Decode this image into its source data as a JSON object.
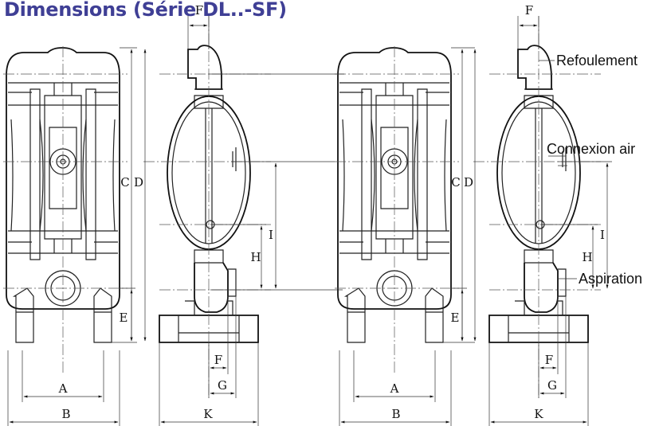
{
  "title": "Dimensions (Série DL..-SF)",
  "labels": {
    "outlet": "Refoulement",
    "air": "Connexion air",
    "inlet": "Aspiration"
  },
  "dims": {
    "A": "A",
    "B": "B",
    "C": "C",
    "D": "D",
    "E": "E",
    "F": "F",
    "G": "G",
    "H": "H",
    "I": "I",
    "K": "K"
  },
  "colors": {
    "title": "#3f3f95",
    "lines": "#222222"
  }
}
